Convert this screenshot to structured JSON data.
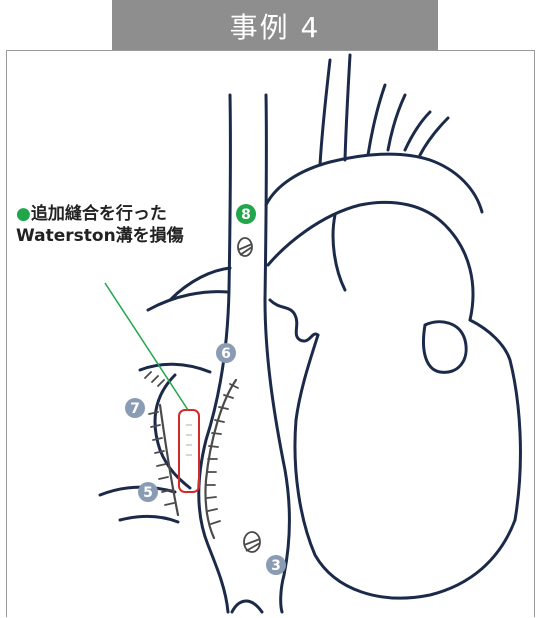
{
  "header": {
    "title": "事例 4"
  },
  "annotation": {
    "bullet": "●",
    "text": "追加縫合を行ったWaterston溝を損傷"
  },
  "markers": [
    {
      "label": "8",
      "color": "#22a64a"
    },
    {
      "label": "6",
      "color": "#8a9bb4"
    },
    {
      "label": "7",
      "color": "#8a9bb4"
    },
    {
      "label": "5",
      "color": "#8a9bb4"
    },
    {
      "label": "3",
      "color": "#8a9bb4"
    }
  ],
  "colors": {
    "outline": "#1c2a4a",
    "suture": "#4a4a4a",
    "highlight": "#d42a2a",
    "pointer": "#22a64a"
  }
}
